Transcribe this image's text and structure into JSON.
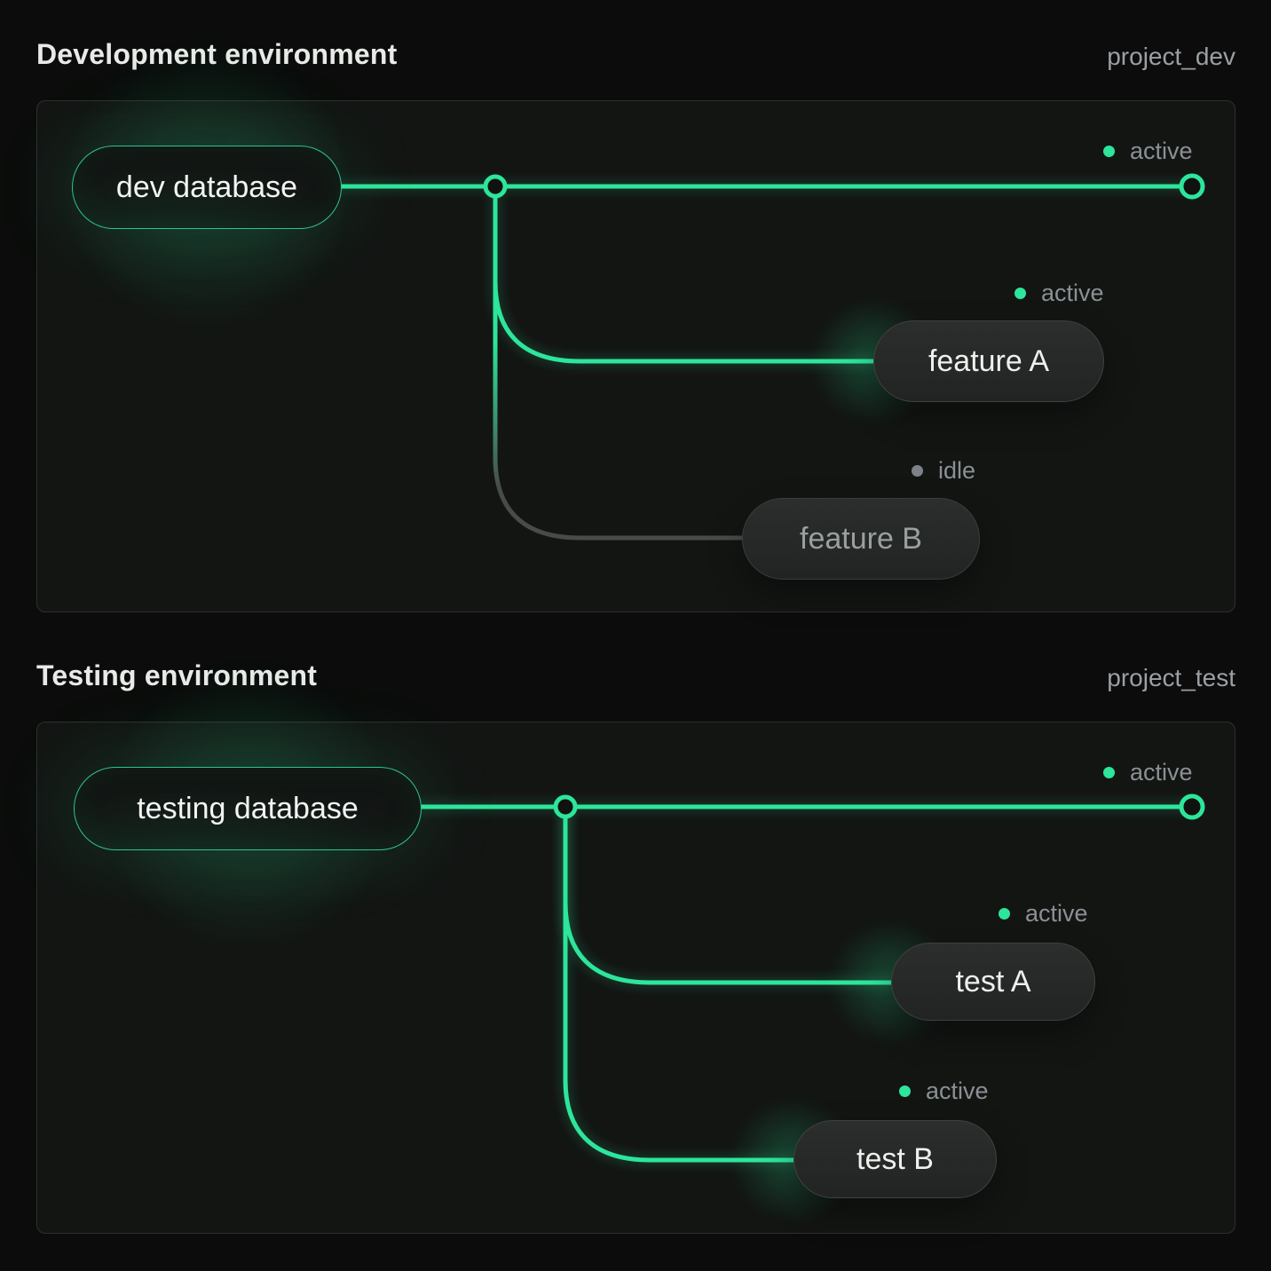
{
  "colors": {
    "accent_green": "#2de59b",
    "idle_dot_gray": "#7c8288",
    "idle_line_gray": "#474b49",
    "status_text_gray": "#8b9095",
    "panel_border": "#2e302f",
    "background": "#0b0c0b"
  },
  "dev": {
    "title": "Development environment",
    "project": "project_dev",
    "database": {
      "label": "dev database"
    },
    "main_branch": {
      "status": "active"
    },
    "feature_a": {
      "label": "feature A",
      "status": "active"
    },
    "feature_b": {
      "label": "feature B",
      "status": "idle"
    }
  },
  "test": {
    "title": "Testing environment",
    "project": "project_test",
    "database": {
      "label": "testing database"
    },
    "main_branch": {
      "status": "active"
    },
    "test_a": {
      "label": "test A",
      "status": "active"
    },
    "test_b": {
      "label": "test B",
      "status": "active"
    }
  }
}
